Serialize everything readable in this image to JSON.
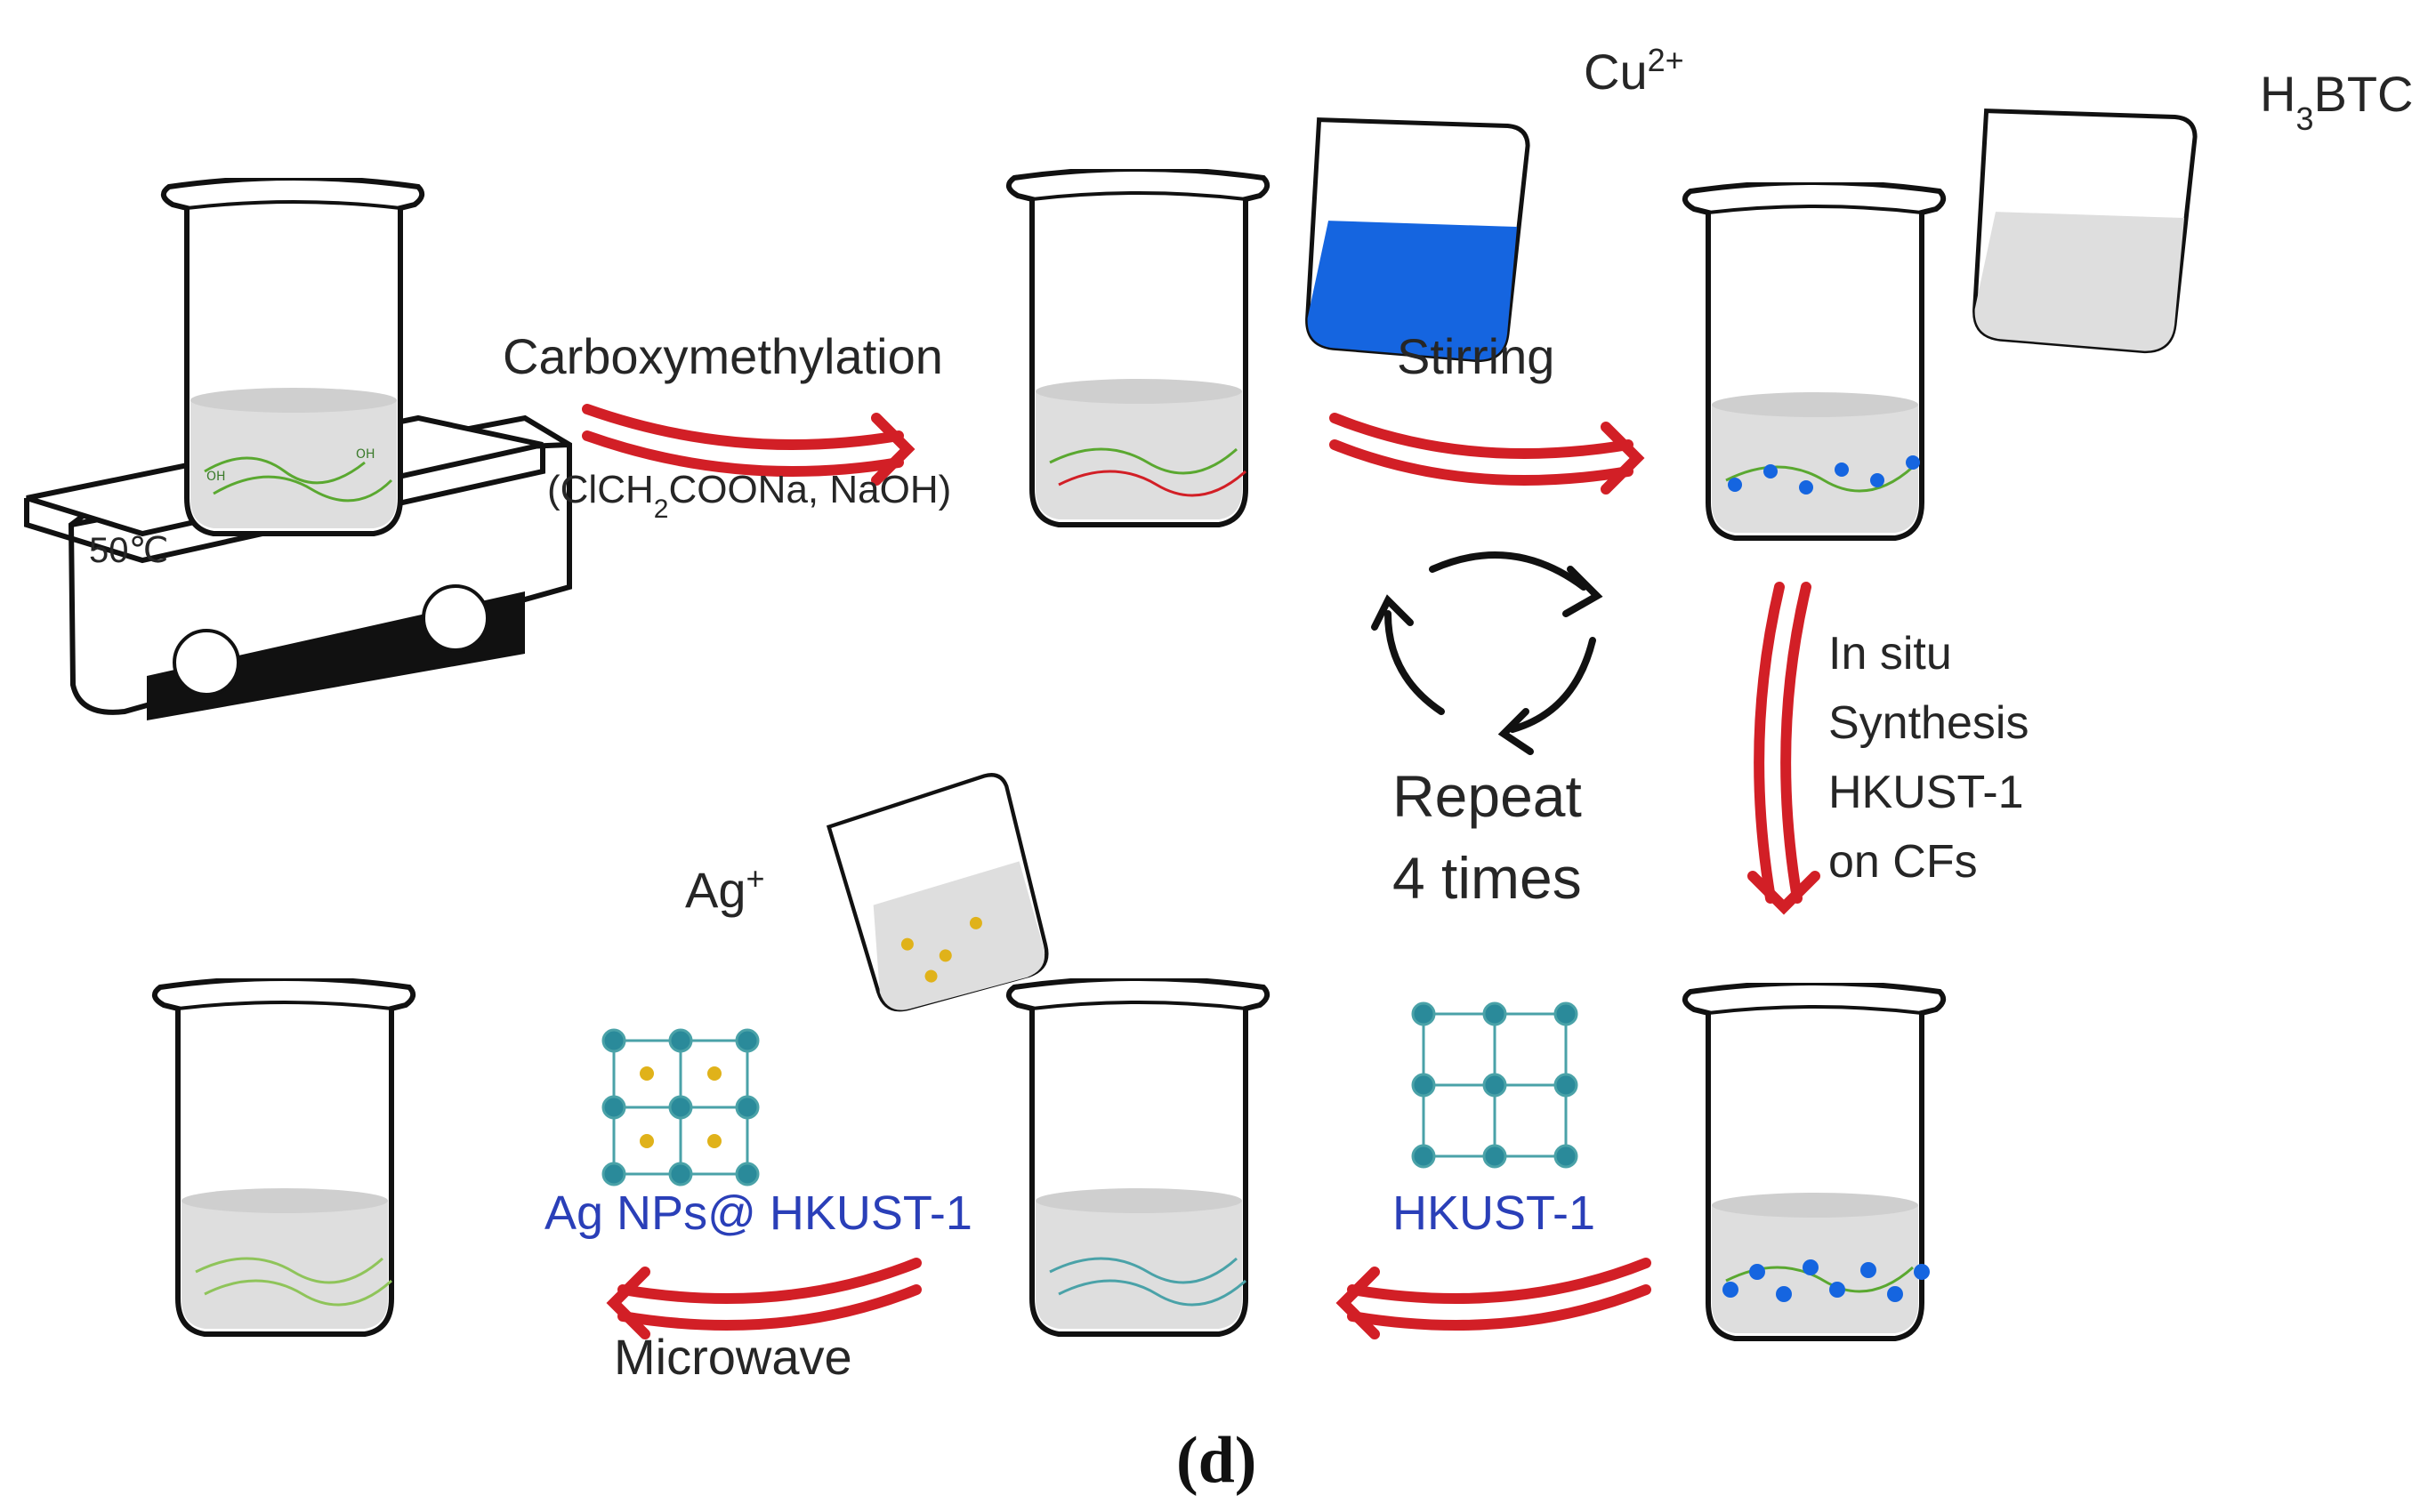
{
  "labels": {
    "temperature": "50℃",
    "carboxymethylation": "Carboxymethylation",
    "reagents_pre": "(ClCH",
    "reagents_sub1": "2",
    "reagents_post": "COONa, NaOH)",
    "cu_base": "Cu",
    "cu_sup": "2+",
    "stirring": "Stirring",
    "h3btc_h": "H",
    "h3btc_sub": "3",
    "h3btc_rest": "BTC",
    "insitu_1": "In situ",
    "insitu_2": "Synthesis",
    "insitu_3": "HKUST-1",
    "insitu_4": "on CFs",
    "repeat_1": "Repeat",
    "repeat_2": "4 times",
    "ag_base": "Ag",
    "ag_sup": "+",
    "agnps": "Ag NPs@ HKUST-1",
    "hkust": "HKUST-1",
    "microwave": "Microwave",
    "caption": "(d)"
  },
  "fiber_labels": {
    "oh": "OH"
  },
  "colors": {
    "arrow_red": "#d21f26",
    "cu_blue": "#1565e0",
    "label_blue": "#2a3fb8",
    "fiber_green": "#5aa830",
    "ag_gold": "#e0b21a",
    "mof_teal": "#2a8a9a",
    "liquid_gray": "#dedede"
  }
}
